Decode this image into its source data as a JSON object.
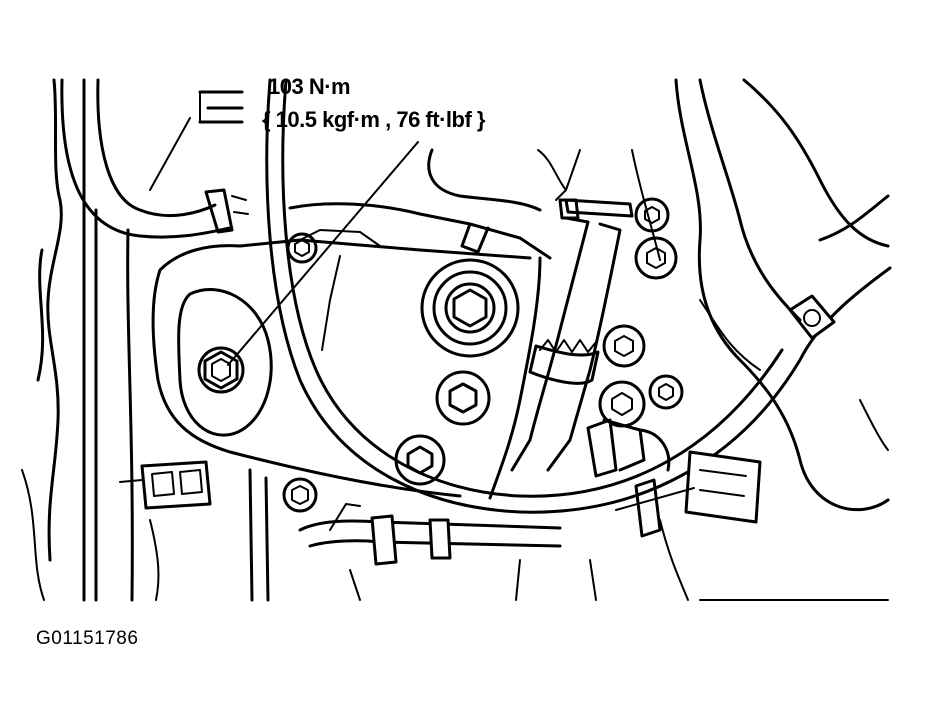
{
  "callout": {
    "torque_nm": "103 N·m",
    "torque_alt": "{ 10.5 kgf·m , 76 ft·lbf }"
  },
  "figure_id": "G01151786"
}
